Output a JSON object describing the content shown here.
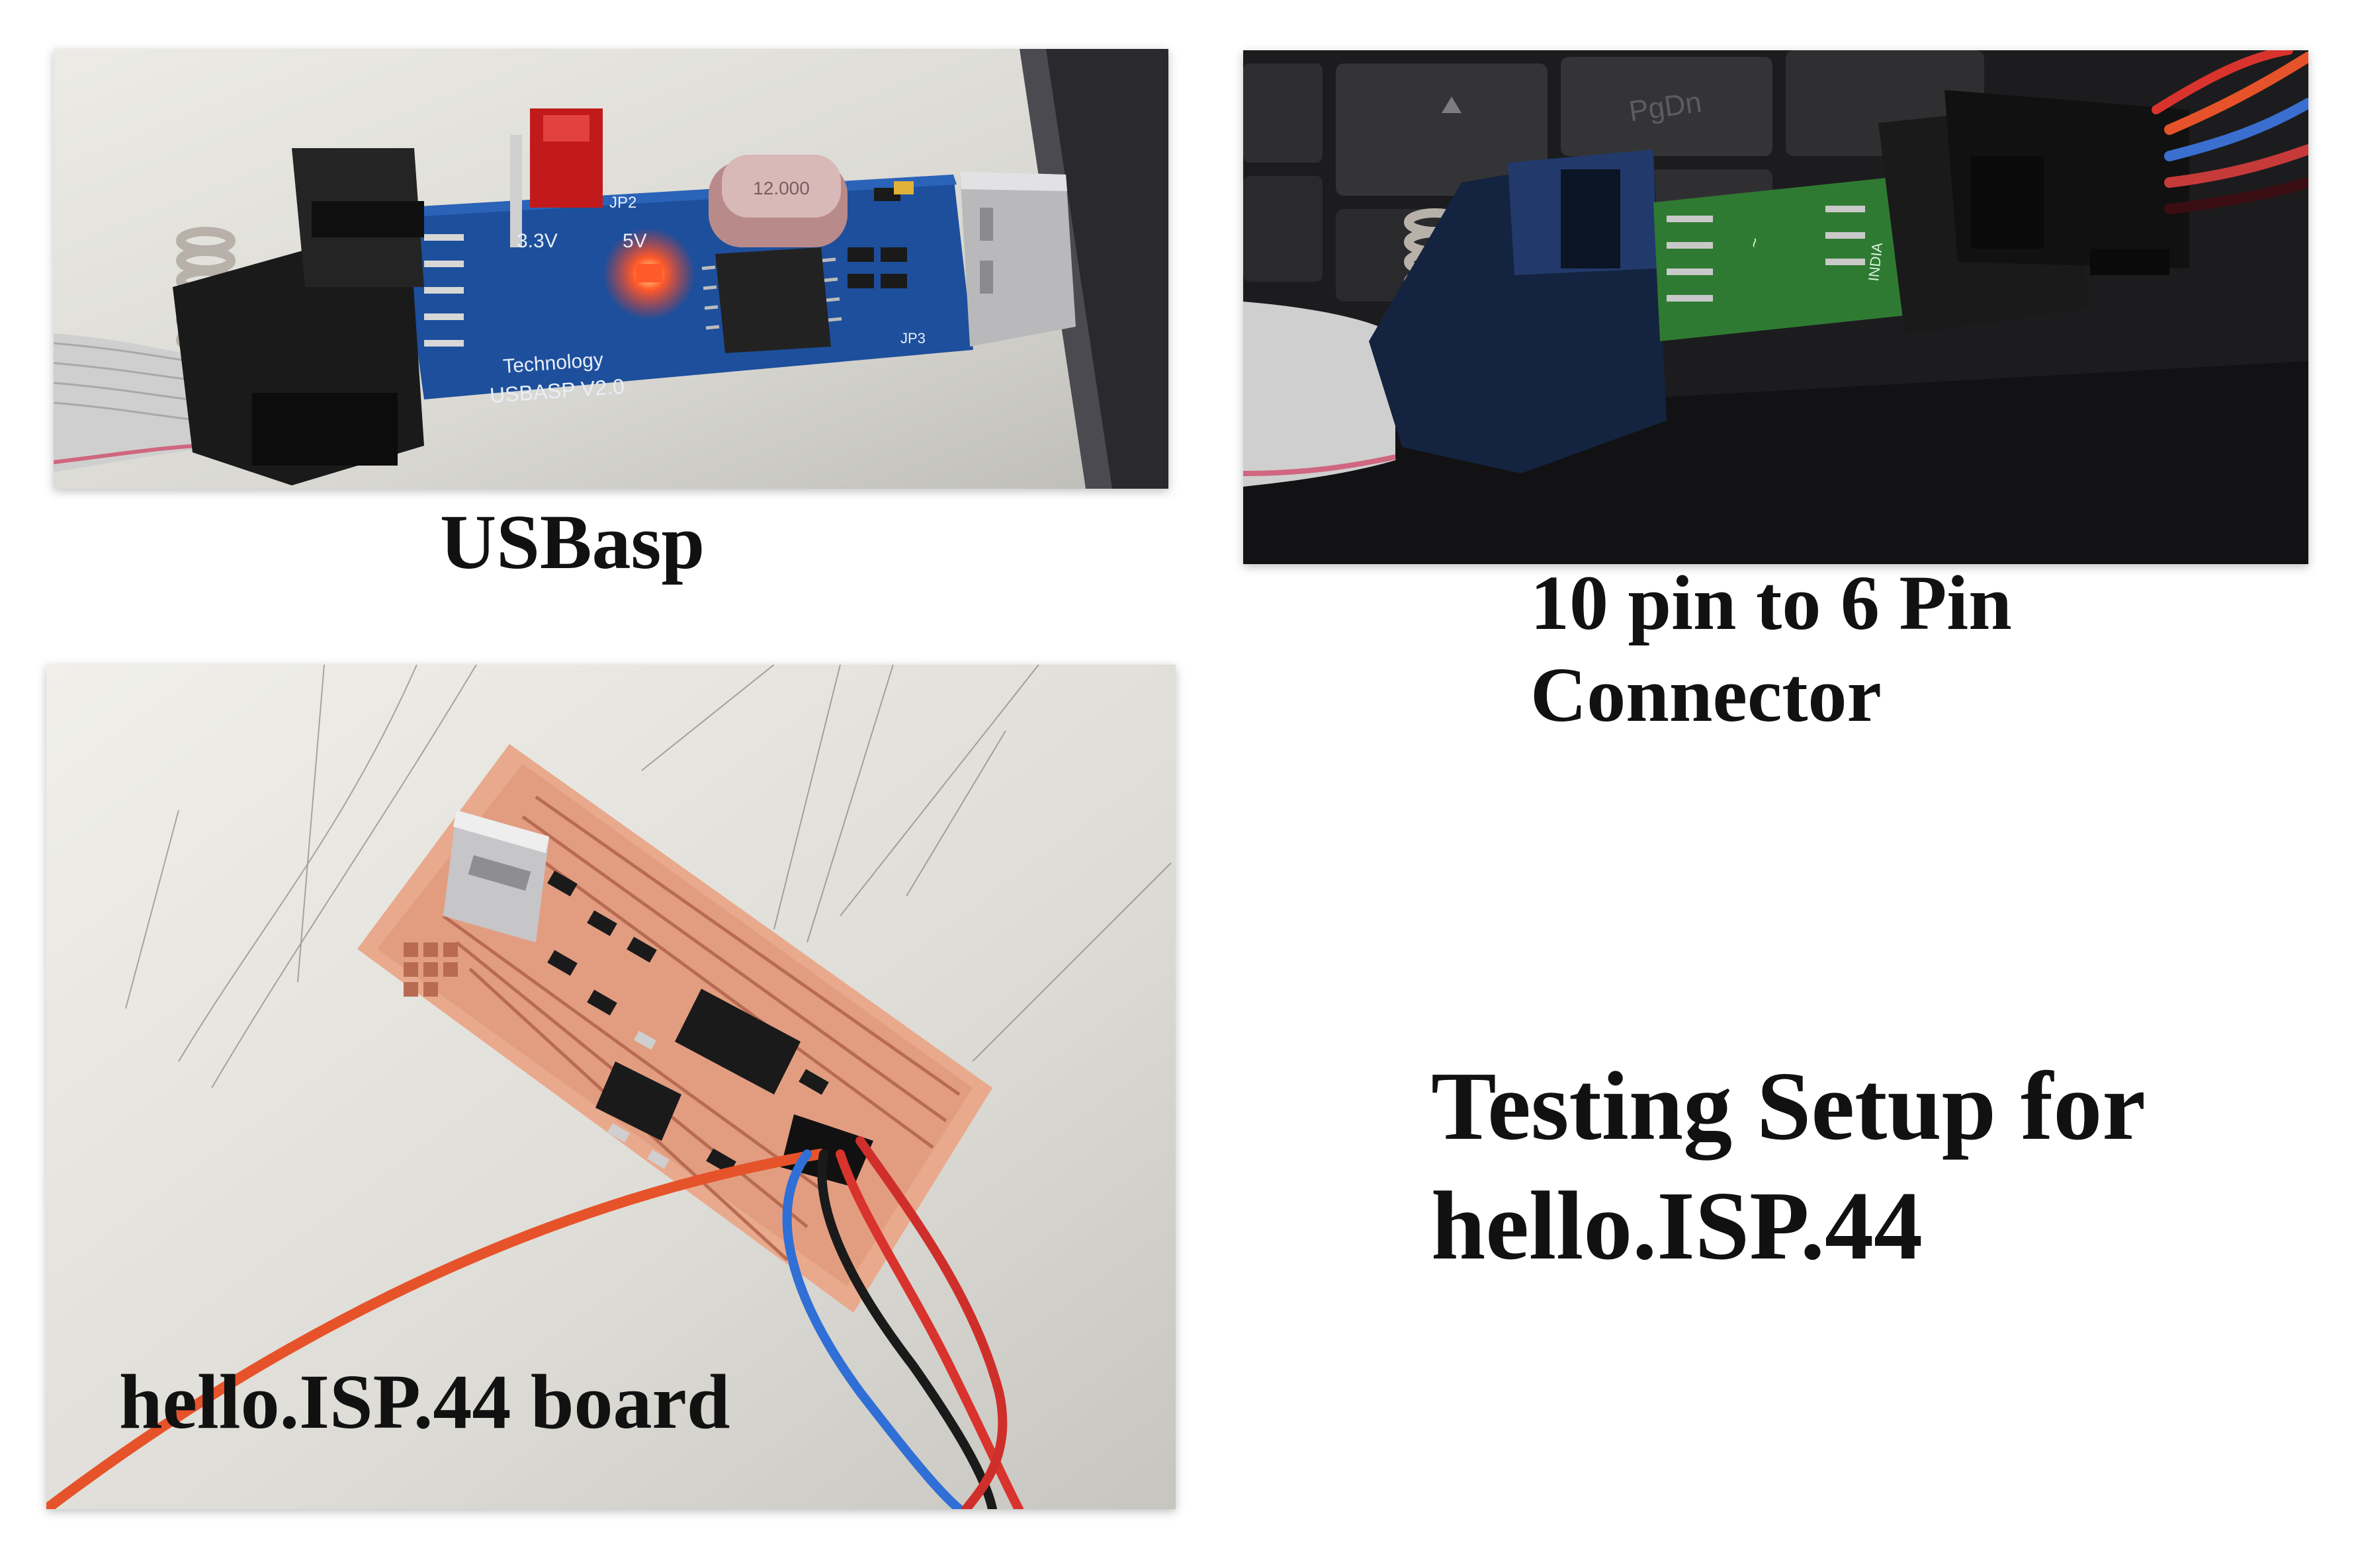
{
  "photos": {
    "usbasp": {
      "caption": "USBasp",
      "silkscreen": {
        "crystal": "12.000",
        "jumper_label": "JP2",
        "v33": "3.3V",
        "v5": "5V",
        "brand": "Technology",
        "model": "USBASP V2.0",
        "jp3": "JP3"
      }
    },
    "adapter": {
      "caption_line1": "10 pin to 6 Pin",
      "caption_line2": "Connector",
      "key_label": "PgDn",
      "board_text": "INDIA"
    },
    "hello_board": {
      "caption": "hello.ISP.44 board"
    }
  },
  "title": {
    "line1": "Testing Setup for",
    "line2": "hello.ISP.44"
  },
  "colors": {
    "pcb_blue": "#1d4f9c",
    "pcb_green": "#2f7a32",
    "copper_board": "#e9a98c",
    "wire_red": "#d9332d",
    "wire_orange": "#e6532a",
    "wire_blue": "#2f6fd6",
    "led_red": "#ff3b1f"
  }
}
